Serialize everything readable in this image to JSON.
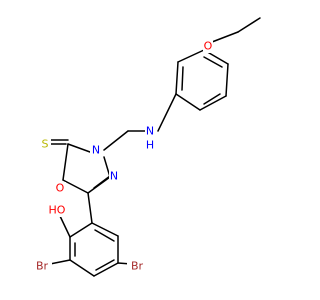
{
  "colors": {
    "carbon_bond": "#000000",
    "oxygen": "#ff0000",
    "nitrogen": "#0000ff",
    "sulfur": "#b8b800",
    "bromine": "#a52a2a"
  },
  "labels": {
    "o_ether": "O",
    "n_amine": "N",
    "h_amine": "H",
    "s_thione": "S",
    "n_ring_3": "N",
    "n_ring_4": "N",
    "o_ring": "O",
    "oh_phenol": "HO",
    "br_left": "Br",
    "br_right": "Br"
  }
}
